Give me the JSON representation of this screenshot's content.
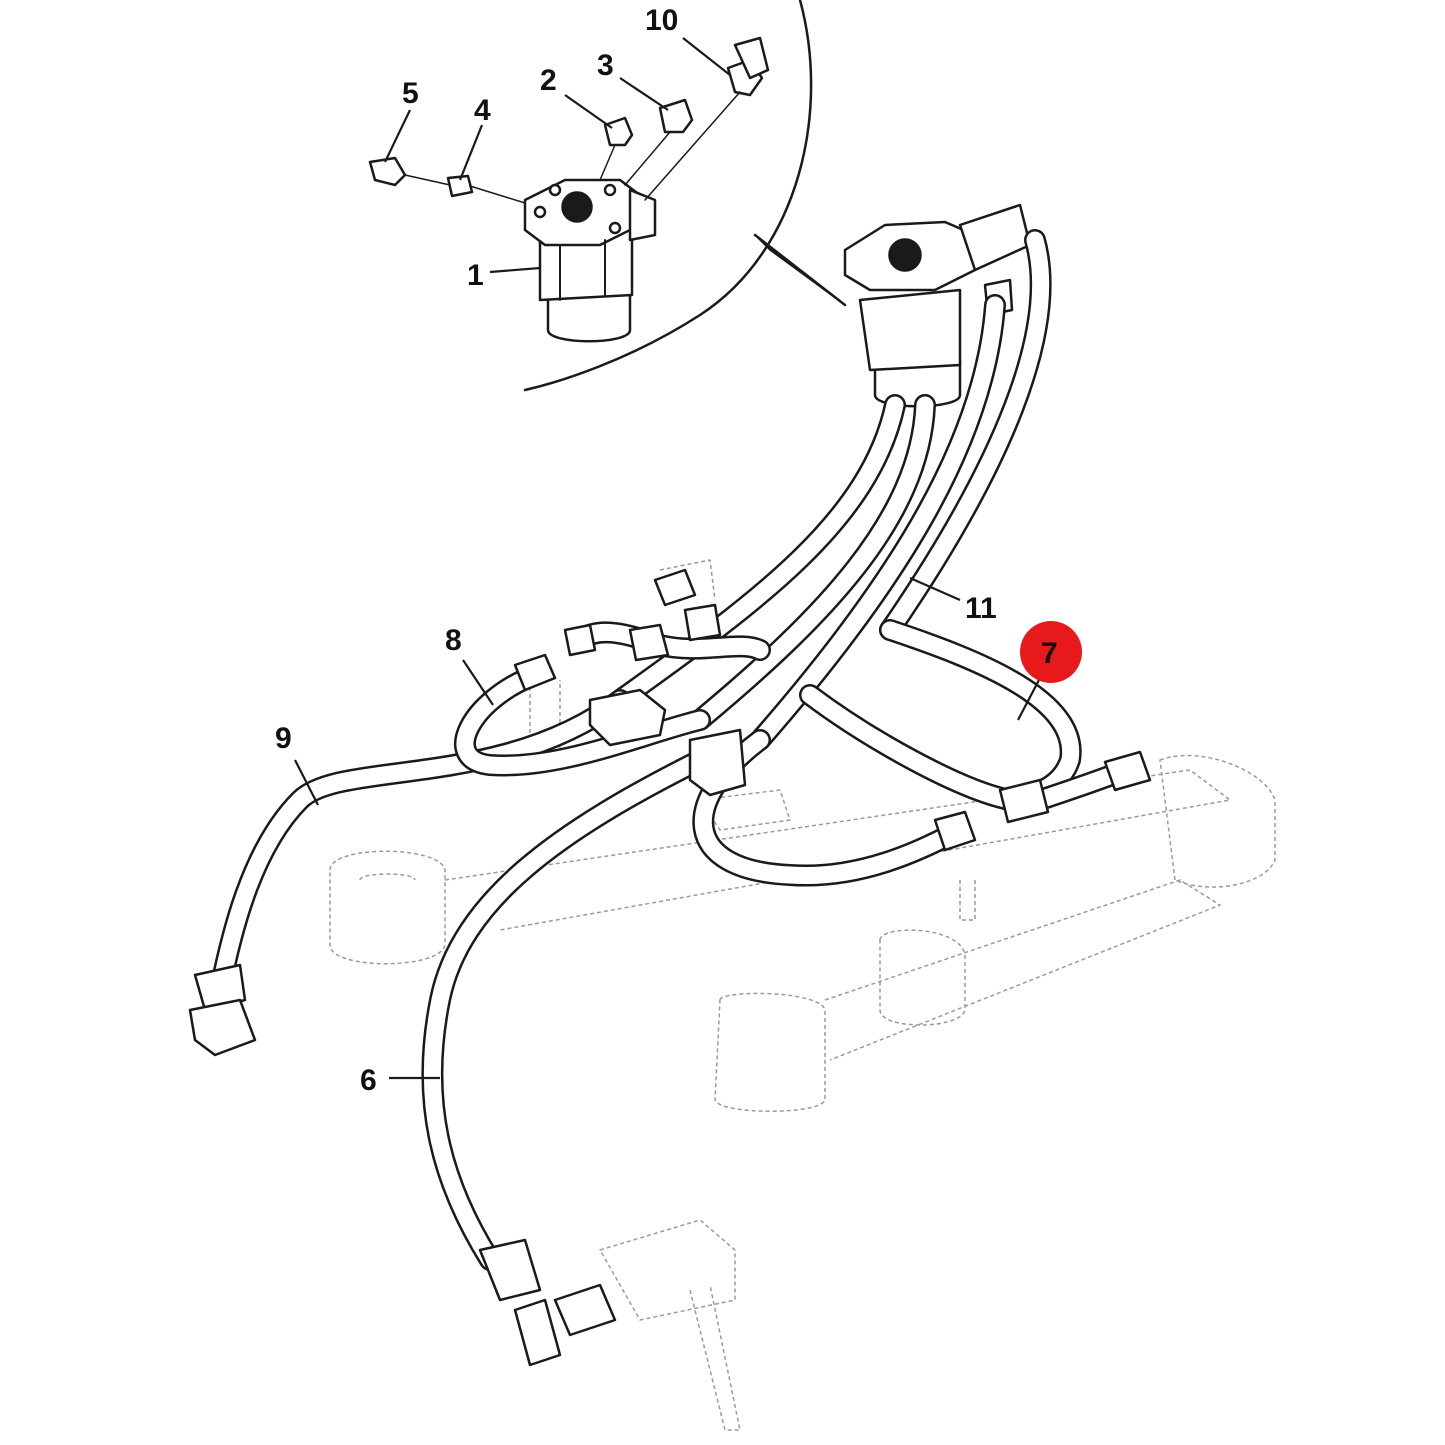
{
  "highlight_color": "#e8191a",
  "callouts": [
    {
      "label": "1"
    },
    {
      "label": "2"
    },
    {
      "label": "3"
    },
    {
      "label": "4"
    },
    {
      "label": "5"
    },
    {
      "label": "6"
    },
    {
      "label": "7",
      "highlighted": true
    },
    {
      "label": "8"
    },
    {
      "label": "9"
    },
    {
      "label": "10"
    },
    {
      "label": "11"
    }
  ]
}
